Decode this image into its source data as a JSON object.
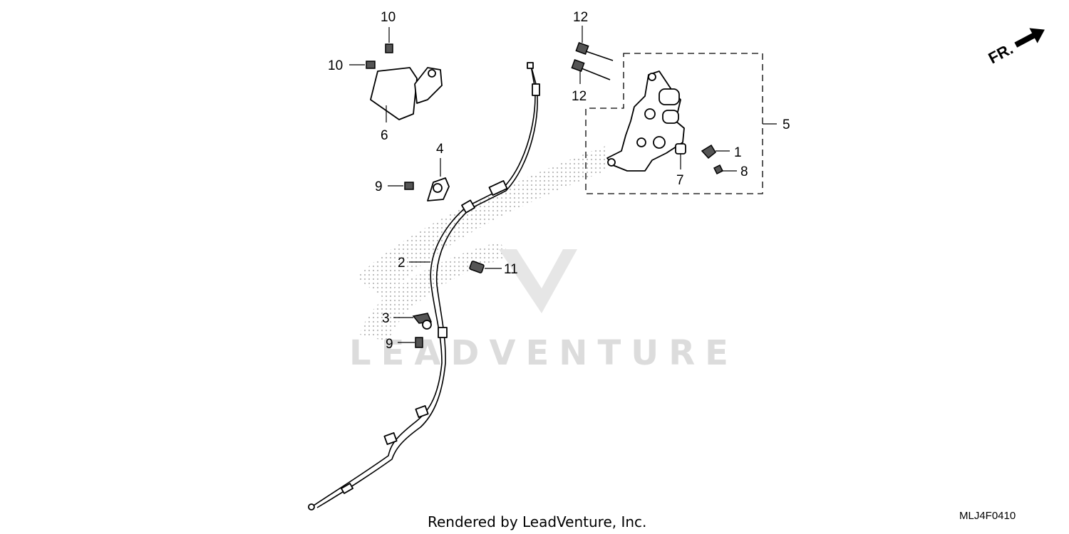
{
  "callouts": [
    "1",
    "2",
    "3",
    "4",
    "5",
    "6",
    "7",
    "8",
    "9",
    "9",
    "10",
    "10",
    "11",
    "12",
    "12"
  ],
  "footer": {
    "credit": "Rendered by LeadVenture, Inc.",
    "diagram_code": "MLJ4F0410"
  },
  "direction_marker": {
    "label": "FR."
  },
  "watermark": {
    "text": "LEADVENTURE"
  }
}
